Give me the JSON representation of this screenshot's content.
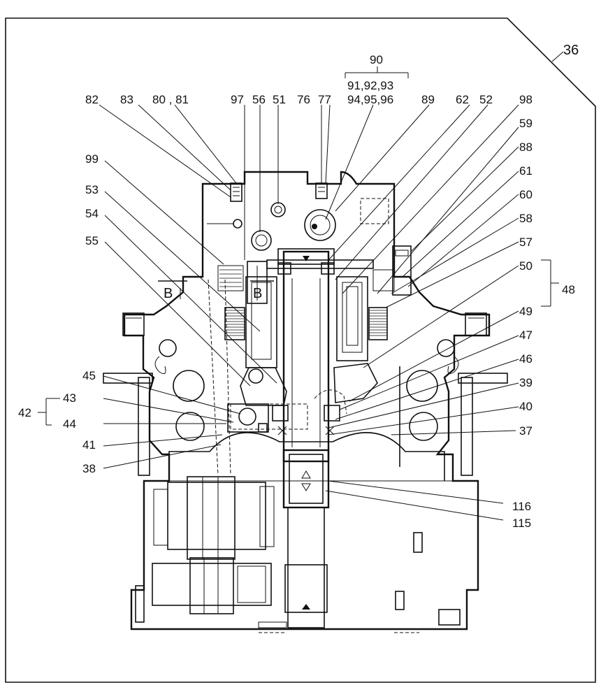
{
  "figure_number": "36",
  "labels": {
    "l90": "90",
    "l91": "91,92,93",
    "l94": "94,95,96",
    "l82": "82",
    "l83": "83",
    "l80": "80 , 81",
    "l97": "97",
    "l56": "56",
    "l51": "51",
    "l76": "76",
    "l77": "77",
    "l89": "89",
    "l62": "62",
    "l52": "52",
    "l98": "98",
    "l59": "59",
    "l88": "88",
    "l61": "61",
    "l60": "60",
    "l58": "58",
    "l57": "57",
    "l50": "50",
    "l48": "48",
    "l49": "49",
    "l47": "47",
    "l46": "46",
    "l39": "39",
    "l40": "40",
    "l37": "37",
    "l116": "116",
    "l115": "115",
    "l99": "99",
    "l53": "53",
    "l54": "54",
    "l55": "55",
    "l45": "45",
    "l43": "43",
    "l42": "42",
    "l44": "44",
    "l41": "41",
    "l38": "38"
  },
  "section_marks": {
    "left": "B",
    "right": "B"
  }
}
